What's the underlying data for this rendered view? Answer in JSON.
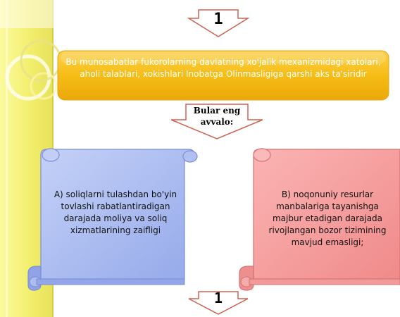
{
  "arrows": {
    "top_number": "1",
    "bottom_number": "1"
  },
  "banner": {
    "text": "Bu munosabatlar fukorolarning davlatning xo'jalik mexanizmidagi xatolari, aholi talablari, xokishlari Inobatga Olinmasligiga qarshi aks ta'siridir"
  },
  "middle_arrow": {
    "line1": "Bular eng",
    "line2": "avvalo:"
  },
  "scroll_left": {
    "text": "A) soliqlarni tulashdan bo'yin tovlashi rabatlantiradigan darajada moliya va soliq xizmatlarining zaifligi"
  },
  "scroll_right": {
    "text": "B)  noqonuniy resurlar manbalariga tayanishga majbur etadigan darajada rivojlangan bozor tizimining mavjud emasligi;"
  },
  "colors": {
    "left_bar": "#f3f07a",
    "banner": "#f6bd16",
    "scroll_blue": "#a7b8ee",
    "scroll_red": "#f59a9a"
  }
}
